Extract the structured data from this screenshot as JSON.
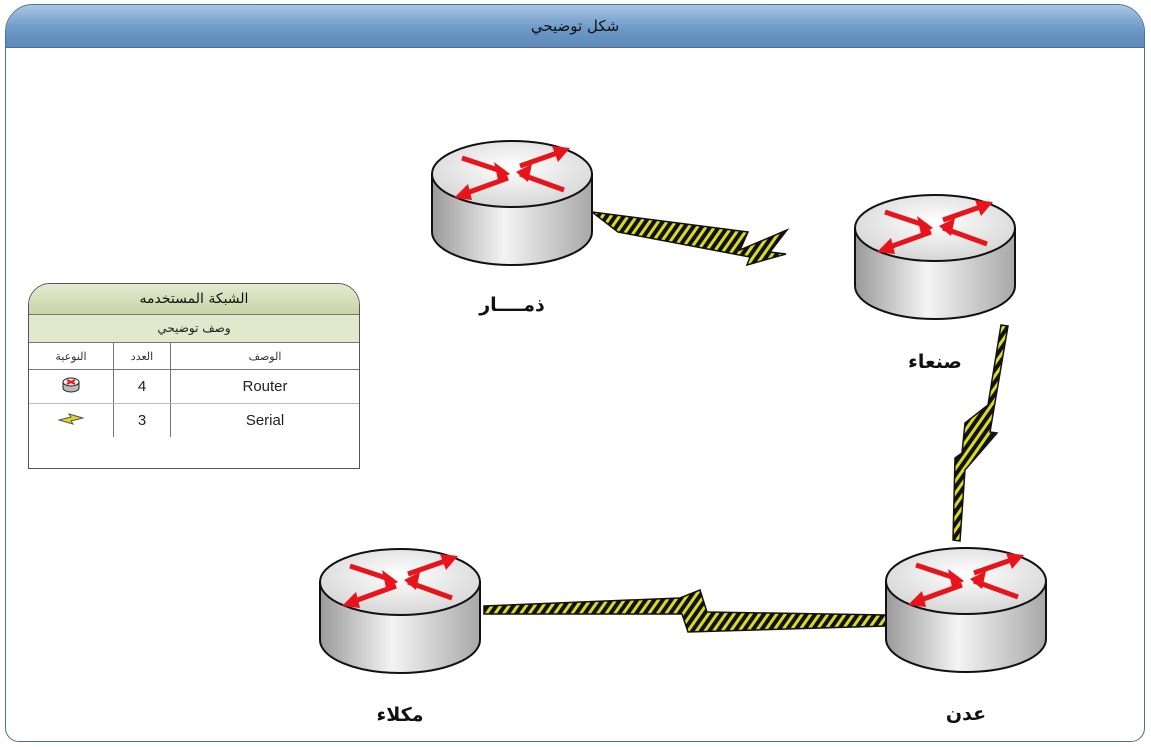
{
  "title": "شكل توضيحي",
  "nodes": [
    {
      "id": "dhamar",
      "label": "ذمــــار",
      "type": "router"
    },
    {
      "id": "sanaa",
      "label": "صنعاء",
      "type": "router"
    },
    {
      "id": "aden",
      "label": "عدن",
      "type": "router"
    },
    {
      "id": "mukalla",
      "label": "مكلاء",
      "type": "router"
    }
  ],
  "links": [
    {
      "from": "dhamar",
      "to": "sanaa",
      "type": "serial"
    },
    {
      "from": "sanaa",
      "to": "aden",
      "type": "serial"
    },
    {
      "from": "aden",
      "to": "mukalla",
      "type": "serial"
    }
  ],
  "legend": {
    "title": "الشبكة المستخدمه",
    "subtitle": "وصف توضيحي",
    "headers": {
      "icon": "النوعية",
      "count": "العدد",
      "desc": "الوصف"
    },
    "rows": [
      {
        "icon": "router-icon",
        "count": "4",
        "desc": "Router"
      },
      {
        "icon": "serial-link-icon",
        "count": "3",
        "desc": "Serial"
      }
    ]
  },
  "colors": {
    "title_bar": "#6e9ac8",
    "router_arrow": "#e8141b",
    "serial_stripe": "#d9d92a",
    "legend_header": "#c7d4a5"
  }
}
